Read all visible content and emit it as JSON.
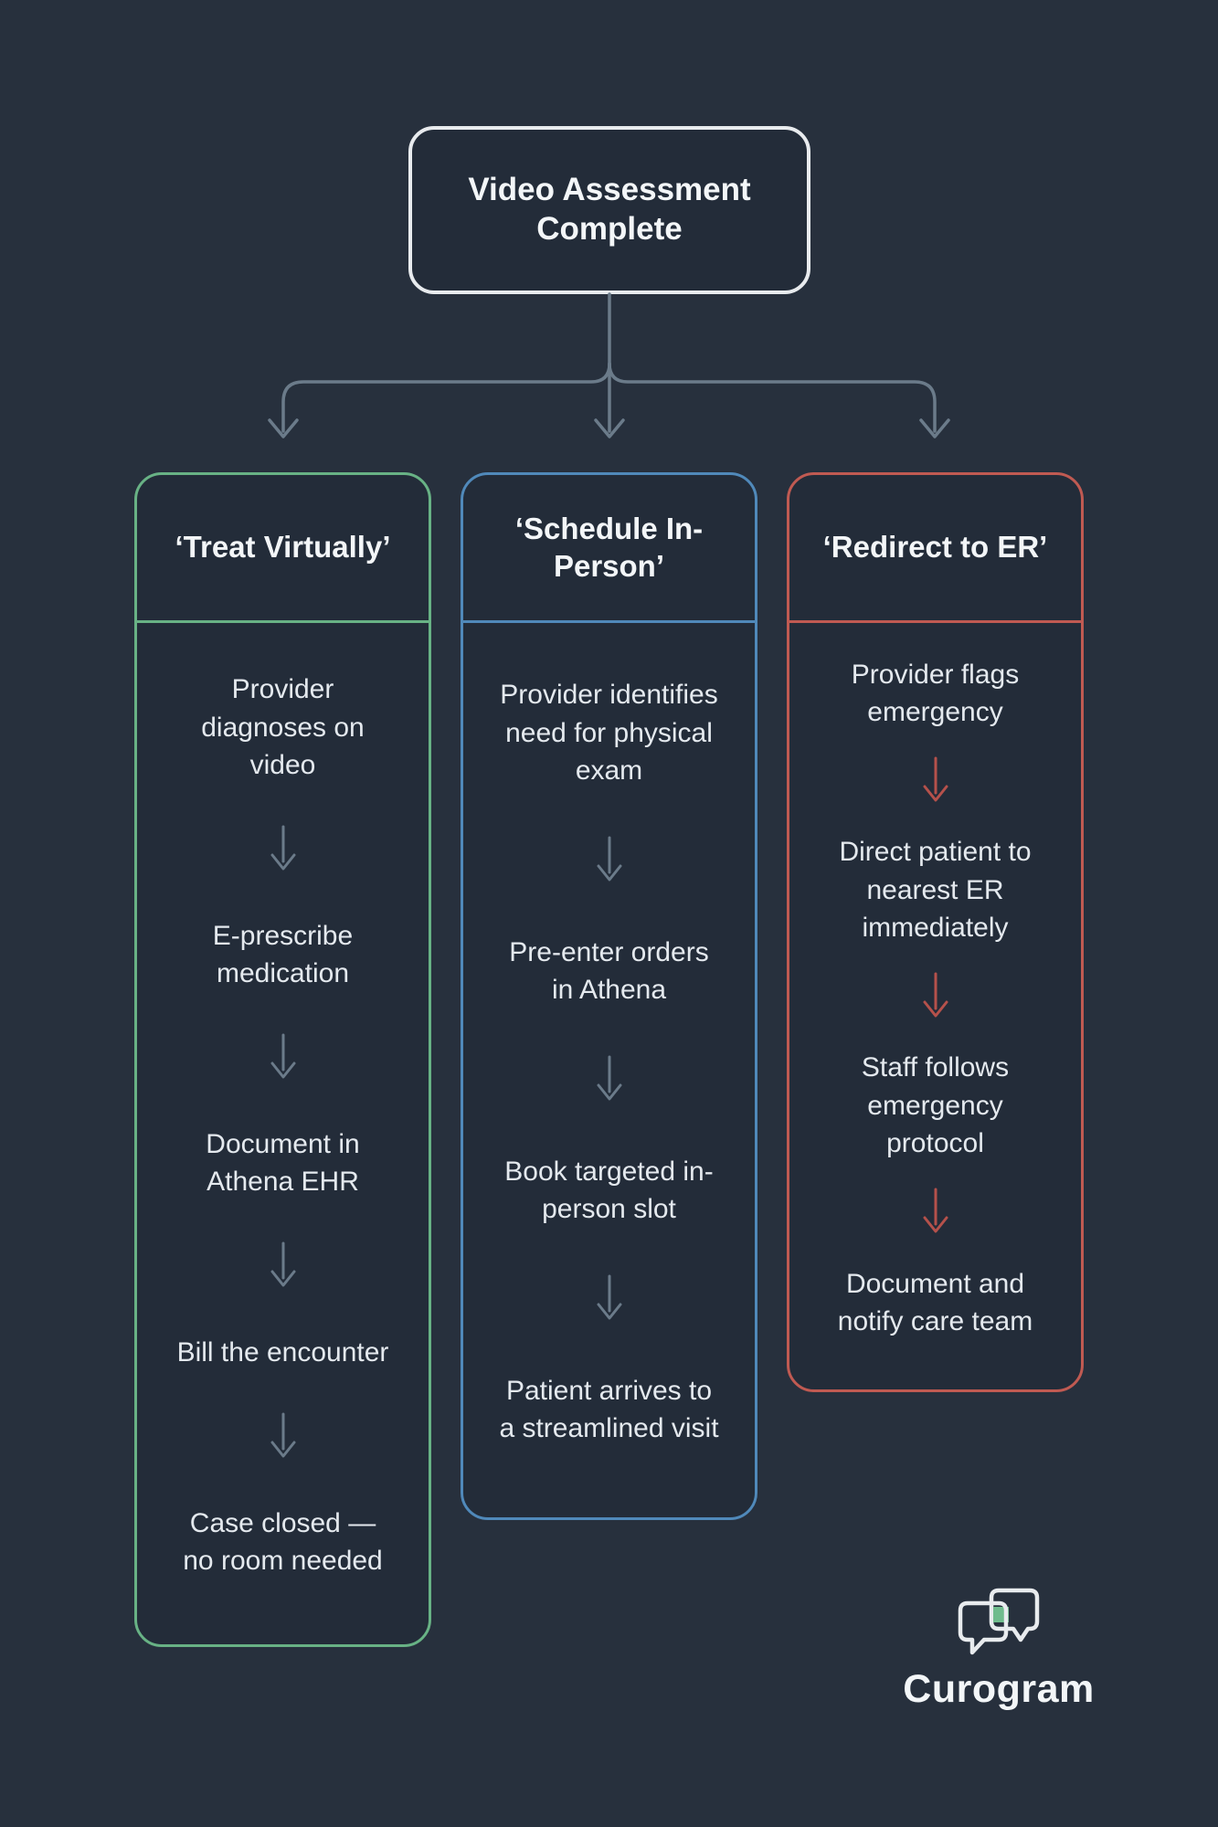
{
  "root_node": {
    "title": "Video Assessment Complete"
  },
  "columns": [
    {
      "id": "treat-virtually",
      "title": "‘Treat Virtually’",
      "steps": [
        "Provider diagnoses on video",
        "E-prescribe medication",
        "Document in Athena EHR",
        "Bill the encounter",
        "Case closed — no room needed"
      ]
    },
    {
      "id": "schedule-in-person",
      "title": "‘Schedule In-Person’",
      "steps": [
        "Provider identifies need for physical exam",
        "Pre-enter orders in Athena",
        "Book targeted in-person slot",
        "Patient arrives to a streamlined visit"
      ]
    },
    {
      "id": "redirect-to-er",
      "title": "‘Redirect to ER’",
      "steps": [
        "Provider flags emergency",
        "Direct patient to nearest ER immediately",
        "Staff follows emergency protocol",
        "Document and notify care team"
      ]
    }
  ],
  "footer": {
    "brand": "Curogram"
  },
  "colors": {
    "bg": "#27303d",
    "panel": "#232c39",
    "rootBorder": "#e8ebee",
    "green": "#68b285",
    "blue": "#5089ba",
    "red": "#c05a52",
    "line": "#6b7b8a",
    "redline": "#b5514b",
    "ink": "#f3f6f8",
    "body": "#e4e9ee",
    "logoGreen": "#6fbc8d"
  }
}
